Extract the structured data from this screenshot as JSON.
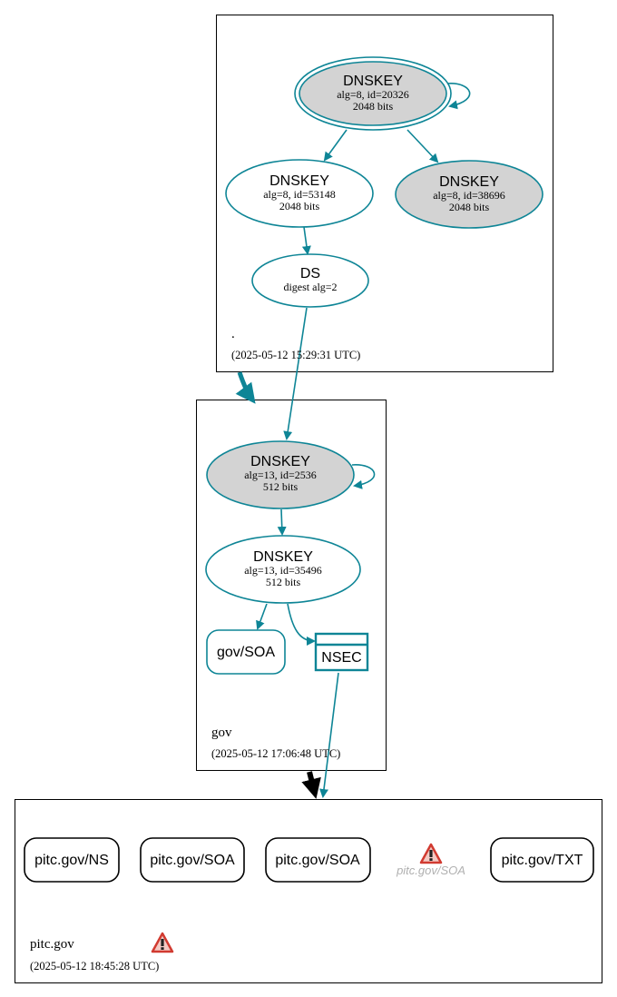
{
  "zones": {
    "root": {
      "name": ".",
      "timestamp": "(2025-05-12 15:29:31 UTC)"
    },
    "gov": {
      "name": "gov",
      "timestamp": "(2025-05-12 17:06:48 UTC)"
    },
    "pitc": {
      "name": "pitc.gov",
      "timestamp": "(2025-05-12 18:45:28 UTC)"
    }
  },
  "nodes": {
    "root_ksk": {
      "type": "DNSKEY",
      "line1": "alg=8, id=20326",
      "line2": "2048 bits"
    },
    "root_zsk1": {
      "type": "DNSKEY",
      "line1": "alg=8, id=53148",
      "line2": "2048 bits"
    },
    "root_zsk2": {
      "type": "DNSKEY",
      "line1": "alg=8, id=38696",
      "line2": "2048 bits"
    },
    "root_ds": {
      "type": "DS",
      "line1": "digest alg=2"
    },
    "gov_ksk": {
      "type": "DNSKEY",
      "line1": "alg=13, id=2536",
      "line2": "512 bits"
    },
    "gov_zsk": {
      "type": "DNSKEY",
      "line1": "alg=13, id=35496",
      "line2": "512 bits"
    },
    "gov_soa": {
      "label": "gov/SOA"
    },
    "gov_nsec": {
      "label": "NSEC"
    },
    "pitc_ns": {
      "label": "pitc.gov/NS"
    },
    "pitc_soa1": {
      "label": "pitc.gov/SOA"
    },
    "pitc_soa2": {
      "label": "pitc.gov/SOA"
    },
    "pitc_soa_warn": {
      "label": "pitc.gov/SOA"
    },
    "pitc_txt": {
      "label": "pitc.gov/TXT"
    }
  },
  "colors": {
    "teal": "#0e8596",
    "grey_fill": "#d3d3d3",
    "warning_red": "#d13a30",
    "muted_text": "#b0b0b0"
  },
  "icons": [
    "warning-icon"
  ]
}
